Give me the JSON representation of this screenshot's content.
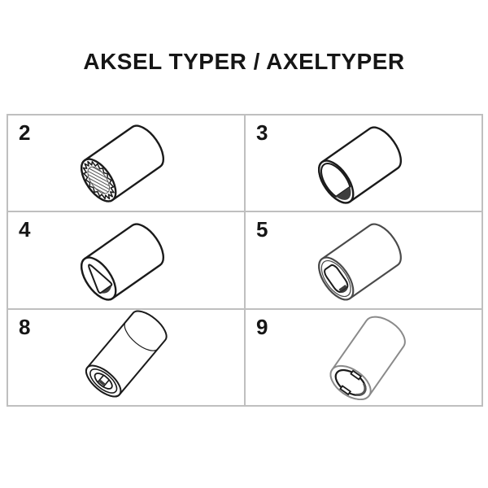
{
  "title": "AKSEL TYPER / AXELTYPER",
  "cells": [
    {
      "number": "2",
      "bore": "splined-bore-axle"
    },
    {
      "number": "3",
      "bore": "round-bore-flat-axle"
    },
    {
      "number": "4",
      "bore": "triangular-bore-axle"
    },
    {
      "number": "5",
      "bore": "square-bore-axle"
    },
    {
      "number": "8",
      "bore": "slotted-keyway-bore-axle"
    },
    {
      "number": "9",
      "bore": "notched-clip-bore-axle"
    }
  ],
  "colors": {
    "ink": "#1a1a1a",
    "gray_outline": "#8a8a8a",
    "dark_outline": "#4a4a4a",
    "shadow": "#3d3d3d",
    "hatch": "#555555",
    "grid_line": "#bfbfbf",
    "background": "#ffffff"
  }
}
